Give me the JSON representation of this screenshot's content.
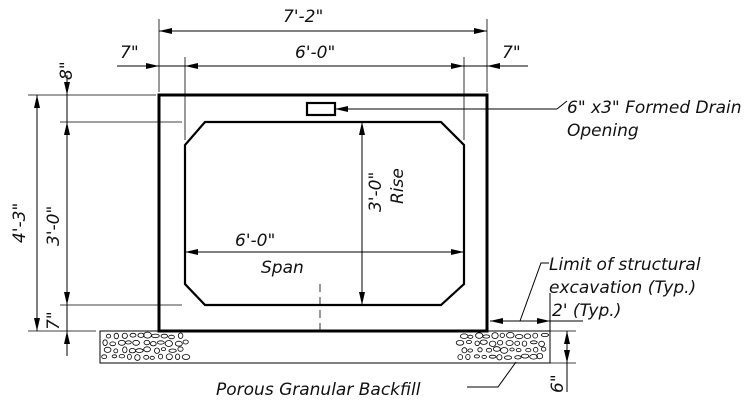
{
  "dimensions": {
    "overall_width": "7'-2\"",
    "left_wall": "7\"",
    "right_wall": "7\"",
    "inner_span_top": "6'-0\"",
    "top_slab": "8\"",
    "overall_height": "4'-3\"",
    "inner_height_left": "3'-0\"",
    "bottom_slab": "7\"",
    "rise_value": "3'-0\"",
    "rise_label": "Rise",
    "span_value": "6'-0\"",
    "span_label": "Span",
    "bedding_thickness": "6\"",
    "excavation_offset": "2' (Typ.)"
  },
  "notes": {
    "drain_line1": "6\" x3\" Formed Drain",
    "drain_line2": "Opening",
    "excavation_line1": "Limit of structural",
    "excavation_line2": "excavation (Typ.)",
    "backfill": "Porous Granular Backfill"
  }
}
